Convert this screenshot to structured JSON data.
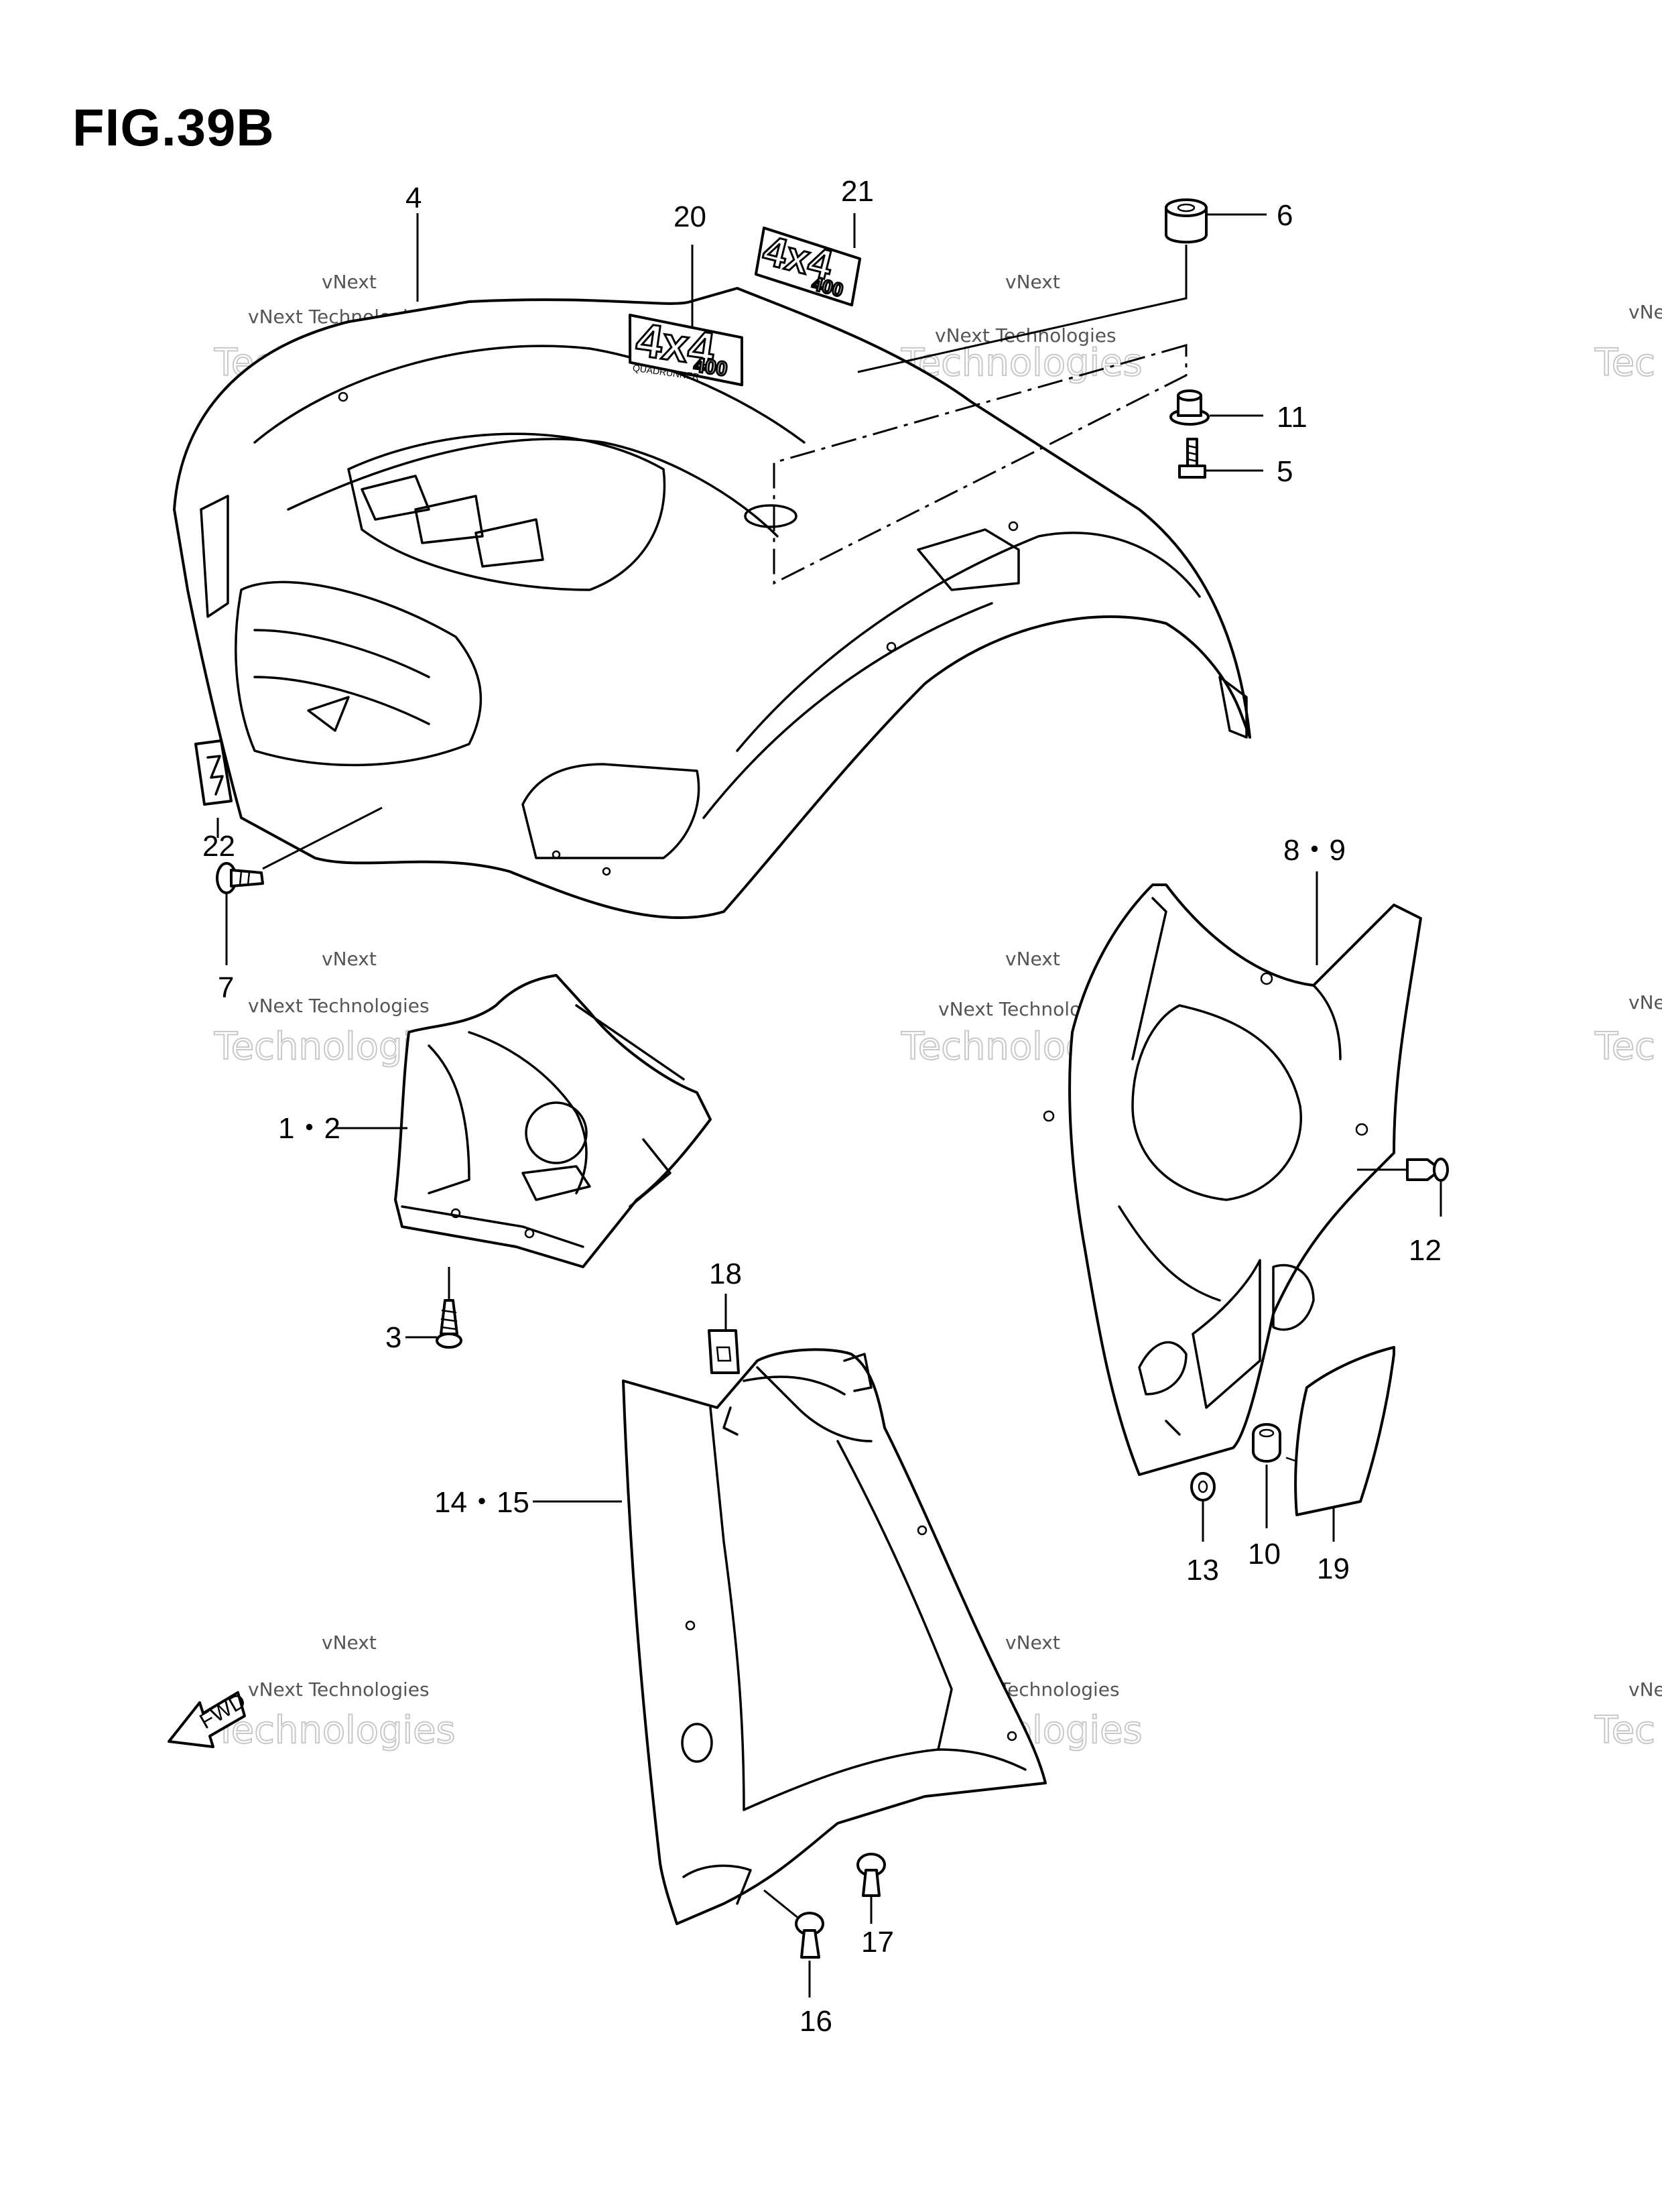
{
  "figure": {
    "title": "FIG.39B"
  },
  "callouts": {
    "c1_2": "1・2",
    "c3": "3",
    "c4": "4",
    "c5": "5",
    "c6": "6",
    "c7": "7",
    "c8_9": "8・9",
    "c10": "10",
    "c11": "11",
    "c12": "12",
    "c13": "13",
    "c14_15": "14・15",
    "c16": "16",
    "c17": "17",
    "c18": "18",
    "c19": "19",
    "c20": "20",
    "c21": "21",
    "c22": "22"
  },
  "decals": {
    "main_big": "4x4",
    "main_small": "400",
    "main_sub": "QUADRUNNER",
    "loose_big": "4x4",
    "loose_small": "400"
  },
  "fwd_label": "FWD",
  "watermarks": {
    "line1": "vNext",
    "line2": "vNext Technologies",
    "line3": "Technologies",
    "edge_line1": "vNe",
    "edge_line2": "Tec"
  }
}
